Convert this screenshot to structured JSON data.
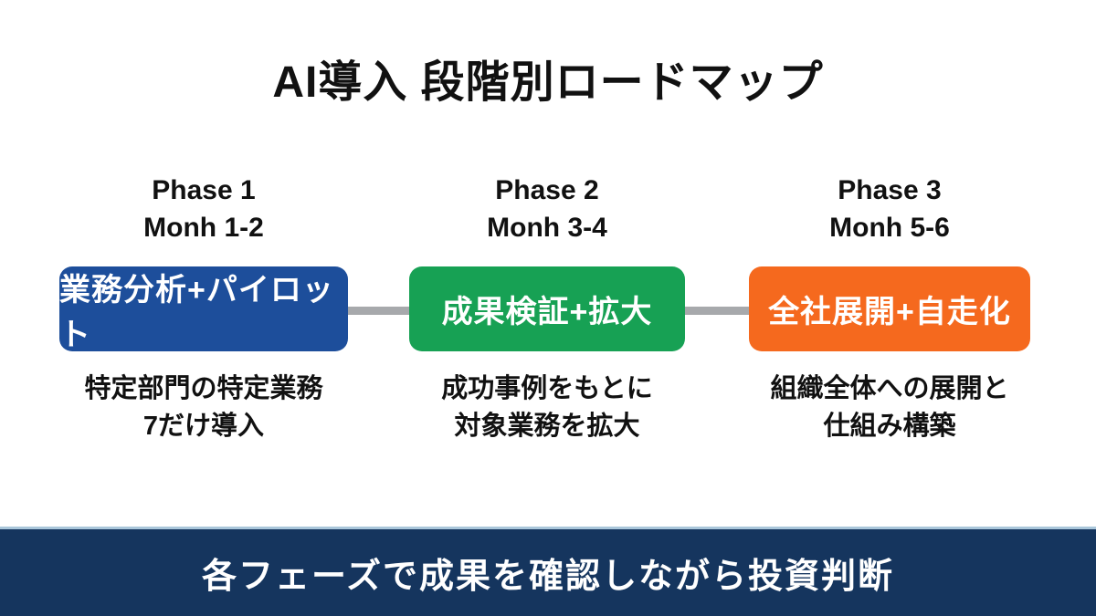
{
  "title": "AI導入 段階別ロードマップ",
  "colors": {
    "box_blue": "#1d4e9b",
    "box_green": "#17a154",
    "box_orange": "#f5691e",
    "connector_gray": "#a7a9ac",
    "footer_navy": "#15355e",
    "footer_border_light_blue": "#a9c6da",
    "text_black": "#111111",
    "text_white": "#ffffff"
  },
  "phases": [
    {
      "name": "Phase 1",
      "period": "Monh 1-2",
      "label_block": "Phase 1\nMonh 1-2",
      "box_label": "業務分析+パイロット",
      "box_color": "#1d4e9b",
      "description": "特定部門の特定業務\n7だけ導入"
    },
    {
      "name": "Phase 2",
      "period": "Monh 3-4",
      "label_block": "Phase 2\nMonh 3-4",
      "box_label": "成果検証+拡大",
      "box_color": "#17a154",
      "description": "成功事例をもとに\n対象業務を拡大"
    },
    {
      "name": "Phase 3",
      "period": "Monh 5-6",
      "label_block": "Phase 3\nMonh 5-6",
      "box_label": "全社展開+自走化",
      "box_color": "#f5691e",
      "description": "組織全体への展開と\n仕組み構築"
    }
  ],
  "footer": {
    "text": "各フェーズで成果を確認しながら投資判断"
  }
}
